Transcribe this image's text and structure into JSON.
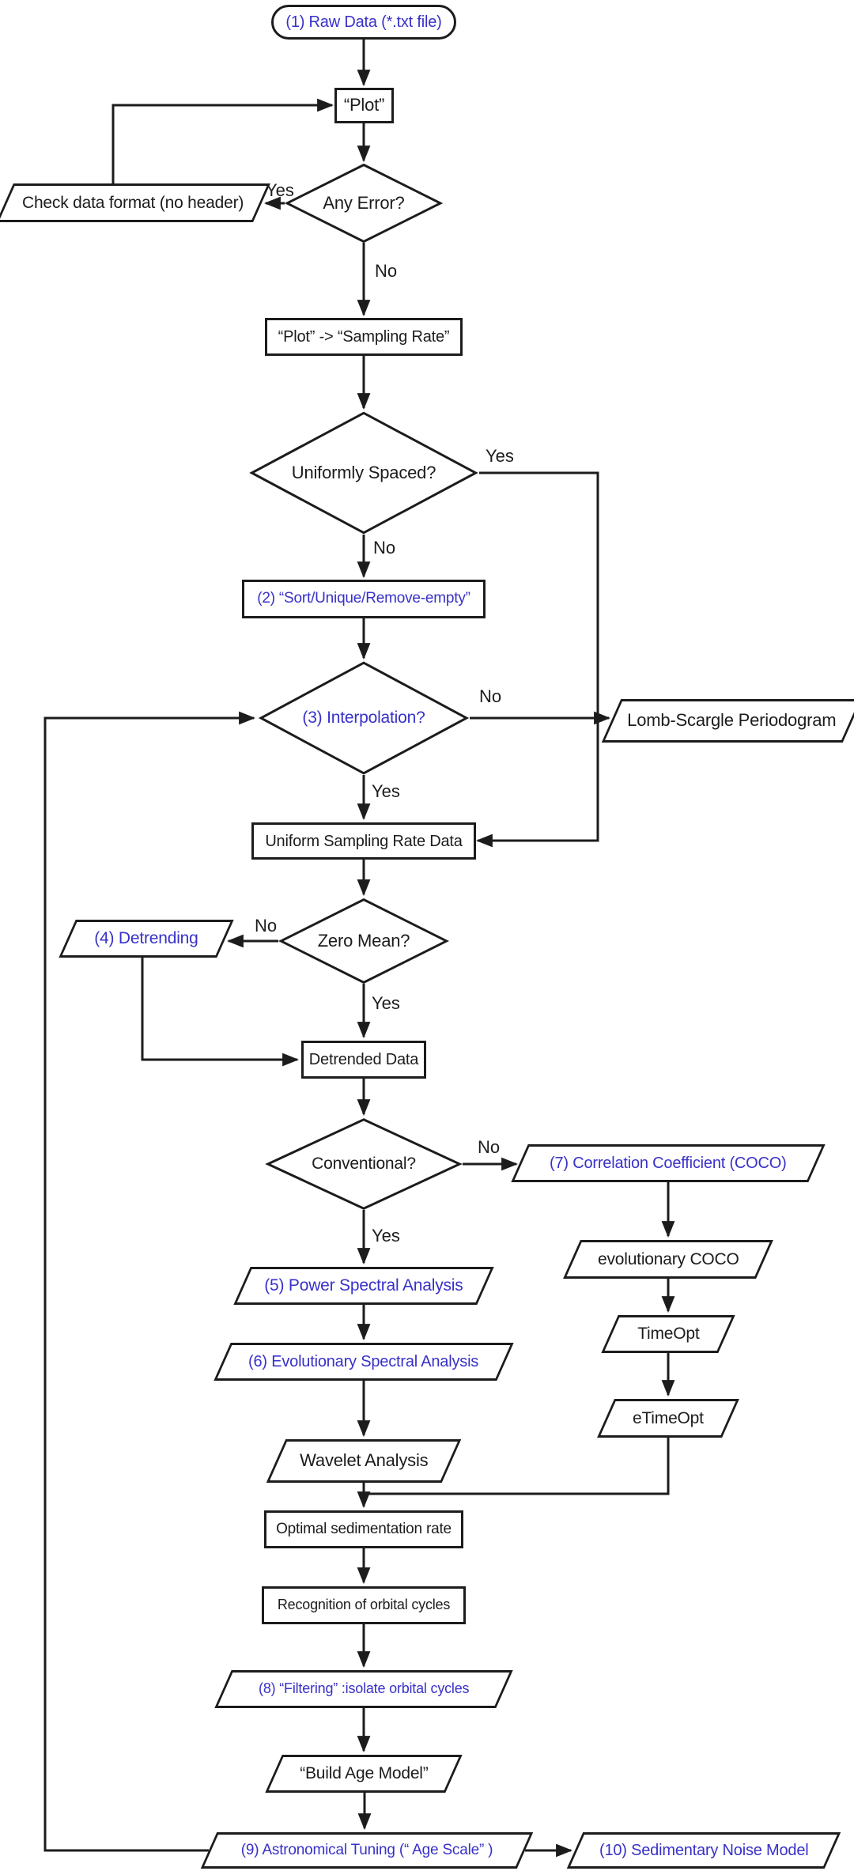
{
  "colors": {
    "accent_blue": "#3831c9",
    "line_color": "#1c1c1c",
    "background": "#ffffff"
  },
  "nodes": {
    "raw_data": "(1) Raw Data  (*.txt file)",
    "plot": "“Plot”",
    "any_error": "Any Error?",
    "check_format": "Check data format (no header)",
    "plot_sampling": "“Plot”  ->  “Sampling Rate”",
    "uniformly": "Uniformly Spaced?",
    "sort_unique": "(2)  “Sort/Unique/Remove-empty”",
    "interpolation": "(3) Interpolation?",
    "lomb": "Lomb-Scargle Periodogram",
    "uniform_data": "Uniform Sampling Rate Data",
    "zero_mean": "Zero Mean?",
    "detrending": "(4) Detrending",
    "detrended": "Detrended Data",
    "conventional": "Conventional?",
    "coco": "(7) Correlation Coefficient (COCO)",
    "evo_coco": "evolutionary COCO",
    "timeopt": "TimeOpt",
    "etimeopt": "eTimeOpt",
    "power": "(5) Power Spectral Analysis",
    "evo_spectral": "(6) Evolutionary Spectral Analysis",
    "wavelet": "Wavelet Analysis",
    "optimal": "Optimal sedimentation rate",
    "recognition": "Recognition of orbital cycles",
    "filtering": "(8)  “Filtering” :isolate orbital cycles",
    "build": "“Build Age Model”",
    "tuning": "(9) Astronomical Tuning (“ Age Scale” )",
    "noise": "(10) Sedimentary Noise Model"
  },
  "edge_labels": {
    "any_error_yes": "Yes",
    "any_error_no": "No",
    "uniformly_yes": "Yes",
    "uniformly_no": "No",
    "interpolation_no": "No",
    "interpolation_yes": "Yes",
    "zero_mean_no": "No",
    "zero_mean_yes": "Yes",
    "conventional_no": "No",
    "conventional_yes": "Yes"
  }
}
